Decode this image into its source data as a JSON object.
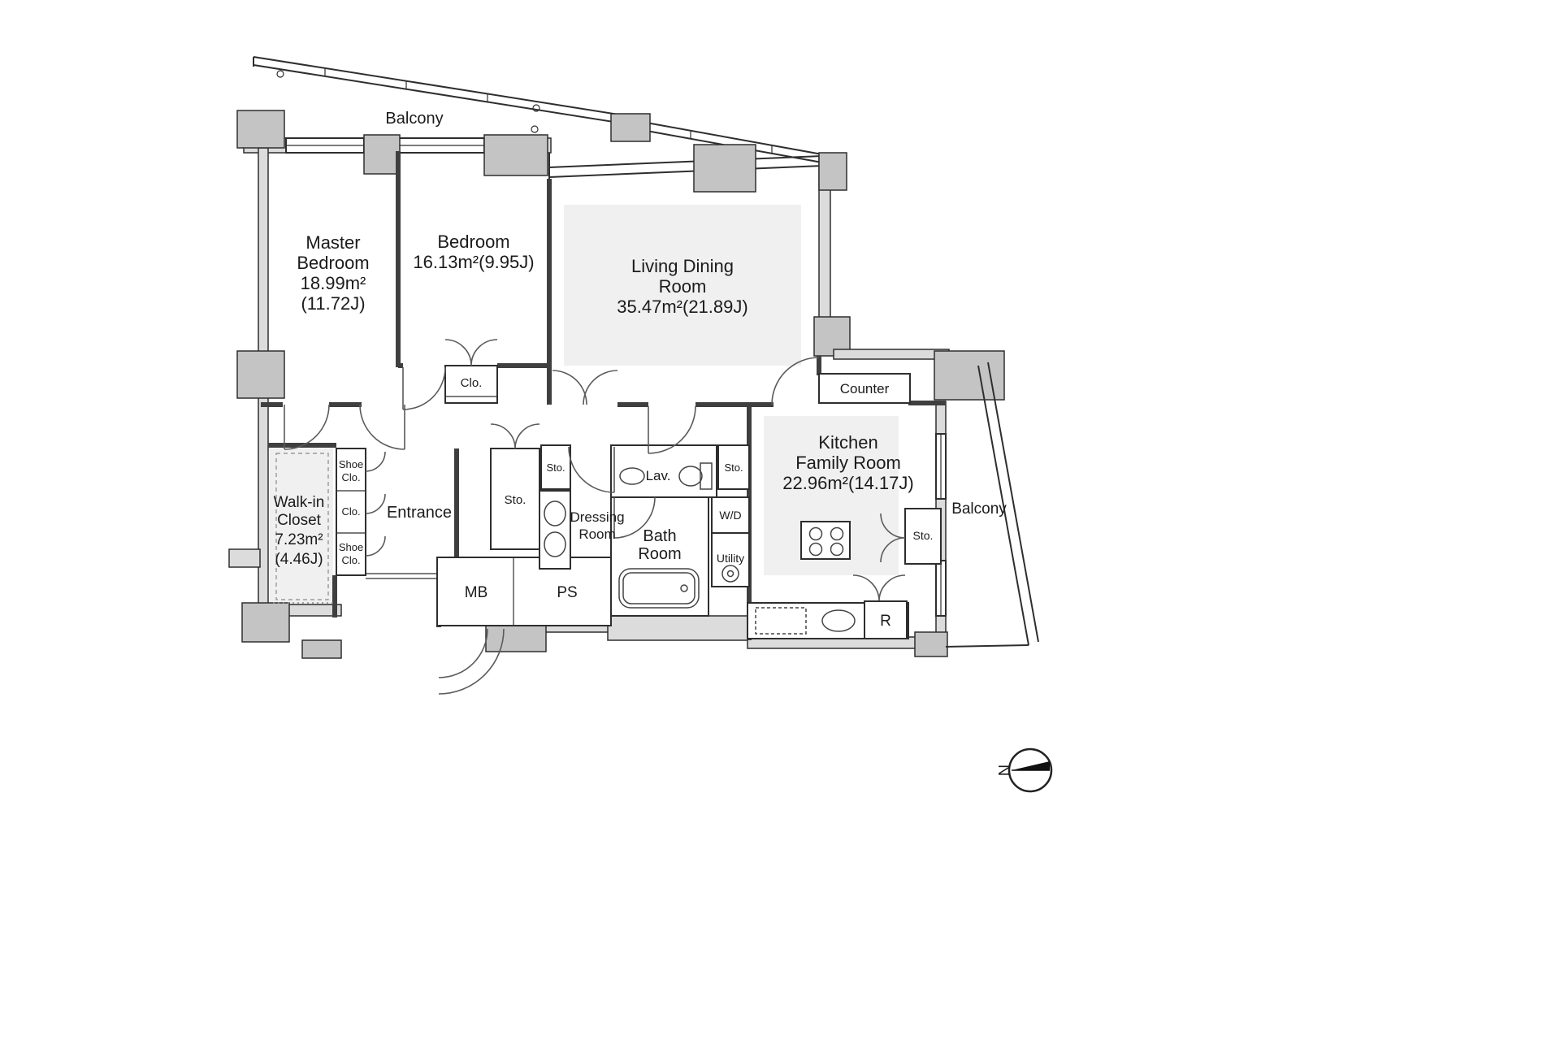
{
  "floorplan": {
    "rooms": {
      "balcony_top": {
        "label": "Balcony"
      },
      "master_bedroom": {
        "lines": [
          "Master",
          "Bedroom",
          "18.99m²",
          "(11.72J)"
        ]
      },
      "bedroom": {
        "lines": [
          "Bedroom",
          "16.13m²(9.95J)"
        ]
      },
      "living_dining_room": {
        "lines": [
          "Living Dining",
          "Room",
          "35.47m²(21.89J)"
        ]
      },
      "kitchen_family_room": {
        "lines": [
          "Kitchen",
          "Family Room",
          "22.96m²(14.17J)"
        ]
      },
      "balcony_right": {
        "label": "Balcony"
      },
      "walk_in_closet": {
        "lines": [
          "Walk-in",
          "Closet",
          "7.23m²",
          "(4.46J)"
        ]
      },
      "entrance": {
        "label": "Entrance"
      },
      "dressing_room": {
        "lines": [
          "Dressing",
          "Room"
        ]
      },
      "bath_room": {
        "lines": [
          "Bath",
          "Room"
        ]
      },
      "lavatory": {
        "label": "Lav."
      },
      "utility": {
        "label": "Utility"
      }
    },
    "labels": {
      "closet_bedroom": "Clo.",
      "counter": "Counter",
      "shoe_closet_top": [
        "Shoe",
        "Clo."
      ],
      "closet_entrance": "Clo.",
      "shoe_closet_bottom": [
        "Shoe",
        "Clo."
      ],
      "storage_hall": "Sto.",
      "storage_hall_small": "Sto.",
      "storage_lavatory": "Sto.",
      "storage_kitchen": "Sto.",
      "washer_dryer": "W/D",
      "meter_box": "MB",
      "pipe_space": "PS",
      "refrigerator": "R"
    },
    "compass": {
      "north": "N"
    },
    "colors": {
      "wall_fill": "#dcdcdc",
      "pilaster": "#c4c4c4",
      "room_shade": "#f0f0f0",
      "line": "#2e2e2e"
    }
  }
}
